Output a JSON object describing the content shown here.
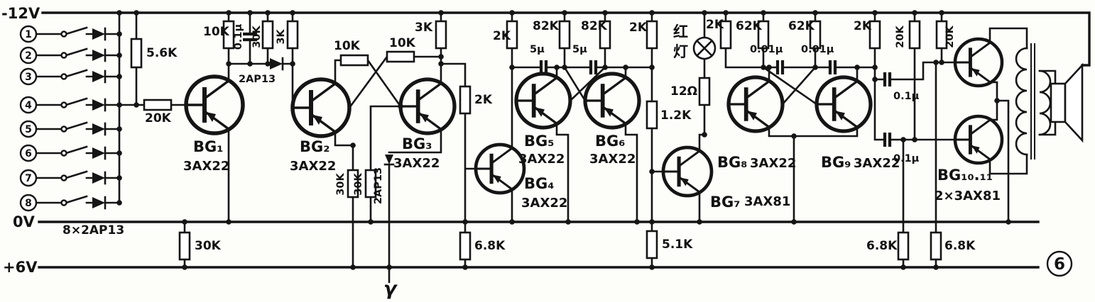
{
  "figure": {
    "number": "6"
  },
  "rails": {
    "top": "-12V",
    "mid": "0V",
    "bottom": "+6V"
  },
  "inputs": {
    "channels": [
      "1",
      "2",
      "3",
      "4",
      "5",
      "6",
      "7",
      "8"
    ],
    "array_label": "8×2AP13"
  },
  "lamp": {
    "char_top": "红",
    "char_bottom": "灯"
  },
  "annotations": {
    "gamma": "γ"
  },
  "labels": {
    "r5k6": "5.6K",
    "r20k_in": "20K",
    "r10k_1": "10K",
    "c0u1_top": "0.1μ",
    "r30k_top": "30K",
    "r3k_top": "3K",
    "d2ap13_top": "2AP13",
    "r10k_2": "10K",
    "r10k_3": "10K",
    "r3k_2": "3K",
    "r2k_1": "2K",
    "r30k_m1": "30K",
    "r30k_m2": "30K",
    "d2ap13_mid": "2AP13",
    "r2k_2": "2K",
    "r82k_1": "82K",
    "c5u_1": "5μ",
    "r82k_2": "82K",
    "c5u_2": "5μ",
    "r2k_3": "2K",
    "r1k2": "1.2K",
    "r12ohm": "12Ω",
    "r2k_4": "2K",
    "r62k_1": "62K",
    "c0u01_1": "0.01μ",
    "r62k_2": "62K",
    "c0u01_2": "0.01μ",
    "r2k_5": "2K",
    "r20k_1": "20K",
    "r20k_2": "20K",
    "c0u1_1": "0.1μ",
    "c0u1_2": "0.1μ",
    "r30k_bot": "30K",
    "r6k8_1": "6.8K",
    "r5k1": "5.1K",
    "r6k8_2": "6.8K",
    "r6k8_3": "6.8K"
  },
  "transistors": {
    "bg1": {
      "name": "BG₁",
      "type": "3AX22"
    },
    "bg2": {
      "name": "BG₂",
      "type": "3AX22"
    },
    "bg3": {
      "name": "BG₃",
      "type": "3AX22"
    },
    "bg4": {
      "name": "BG₄",
      "type": "3AX22"
    },
    "bg5": {
      "name": "BG₅",
      "type": "3AX22"
    },
    "bg6": {
      "name": "BG₆",
      "type": "3AX22"
    },
    "bg7": {
      "name": "BG₇",
      "type": "3AX81"
    },
    "bg8": {
      "name": "BG₈",
      "type": "3AX22"
    },
    "bg9": {
      "name": "BG₉",
      "type": "3AX22"
    },
    "bg10_11": {
      "name": "BG₁₀.₁₁",
      "type": "2×3AX81"
    }
  }
}
